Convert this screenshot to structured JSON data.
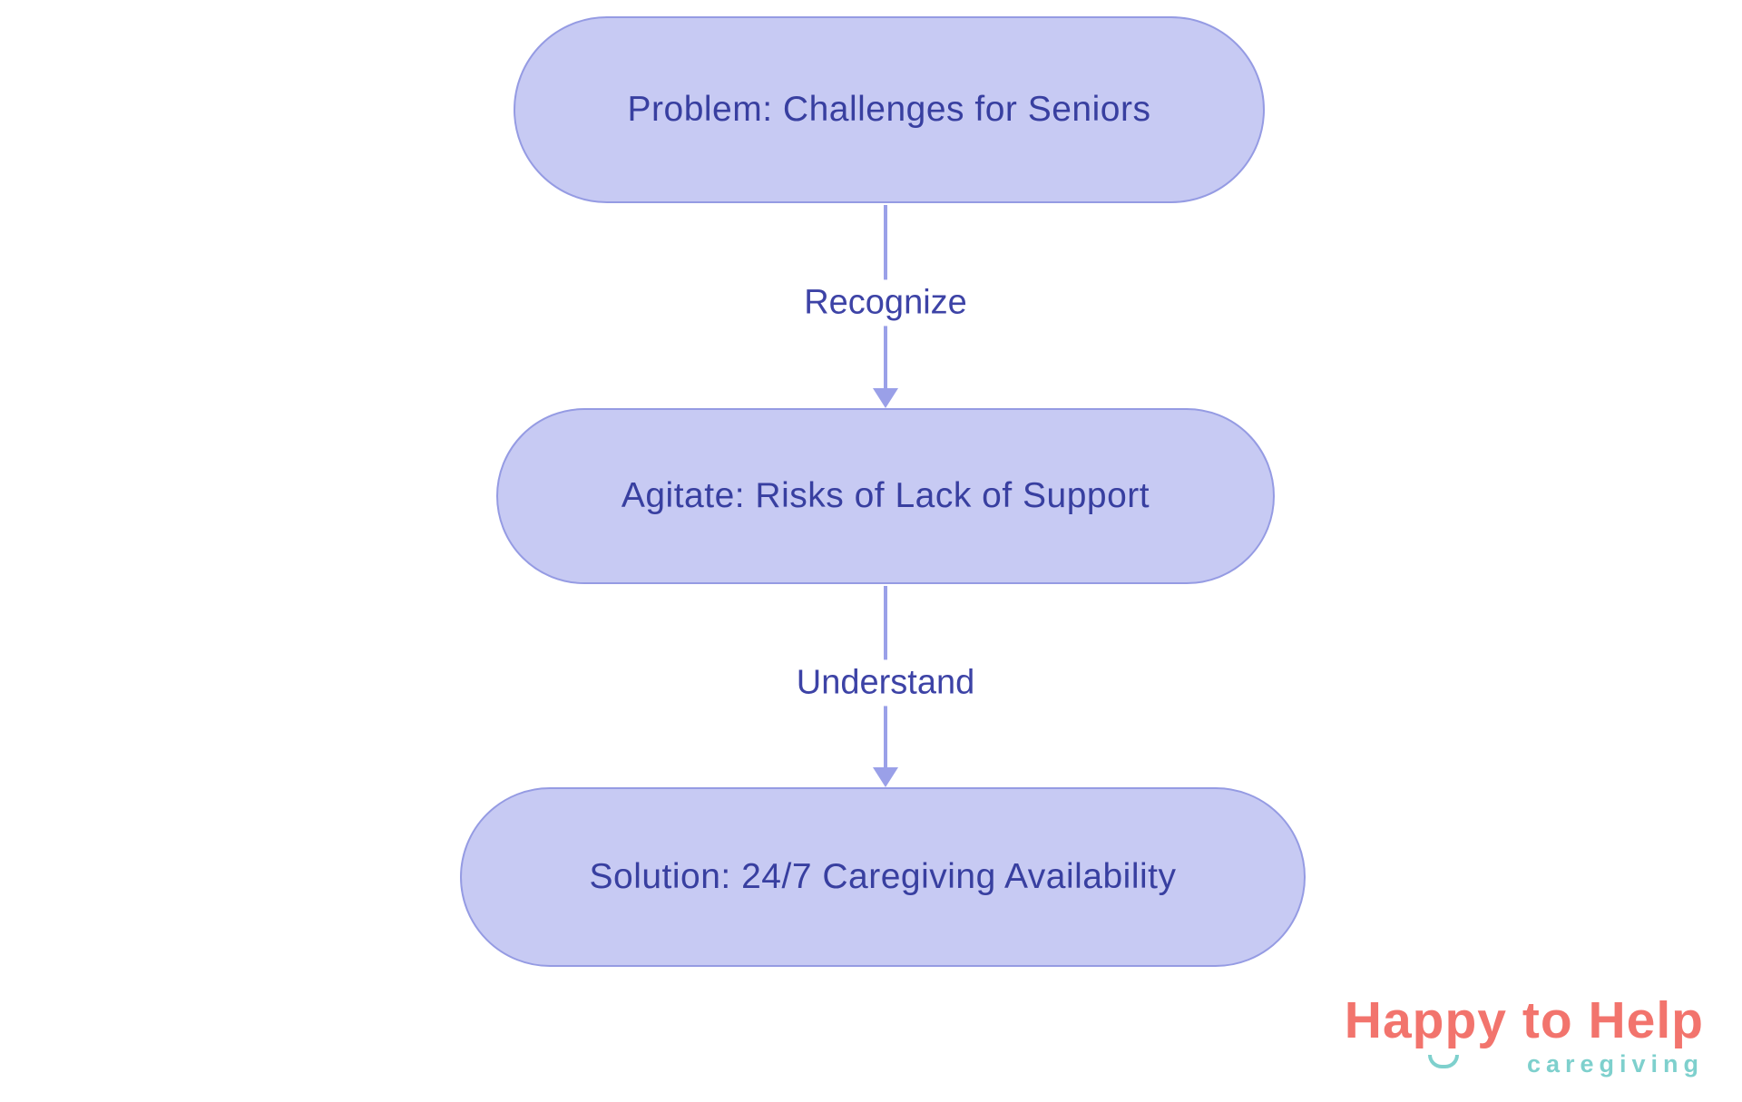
{
  "diagram": {
    "type": "flowchart",
    "direction": "top-down",
    "nodes": [
      {
        "id": "problem",
        "label": "Problem: Challenges for Seniors"
      },
      {
        "id": "agitate",
        "label": "Agitate: Risks of Lack of Support"
      },
      {
        "id": "solution",
        "label": "Solution: 24/7 Caregiving Availability"
      }
    ],
    "edges": [
      {
        "from": "problem",
        "to": "agitate",
        "label": "Recognize"
      },
      {
        "from": "agitate",
        "to": "solution",
        "label": "Understand"
      }
    ],
    "colors": {
      "node_fill": "#c7caf3",
      "node_border": "#959be3",
      "node_text": "#383fa0",
      "edge_line": "#9aa0e8",
      "edge_label_text": "#3d43a6",
      "background": "#ffffff"
    }
  },
  "logo": {
    "title": "Happy to Help",
    "subtitle": "caregiving",
    "icon": "smile-icon",
    "title_color": "#f2746d",
    "subtitle_color": "#7ed0cd"
  }
}
